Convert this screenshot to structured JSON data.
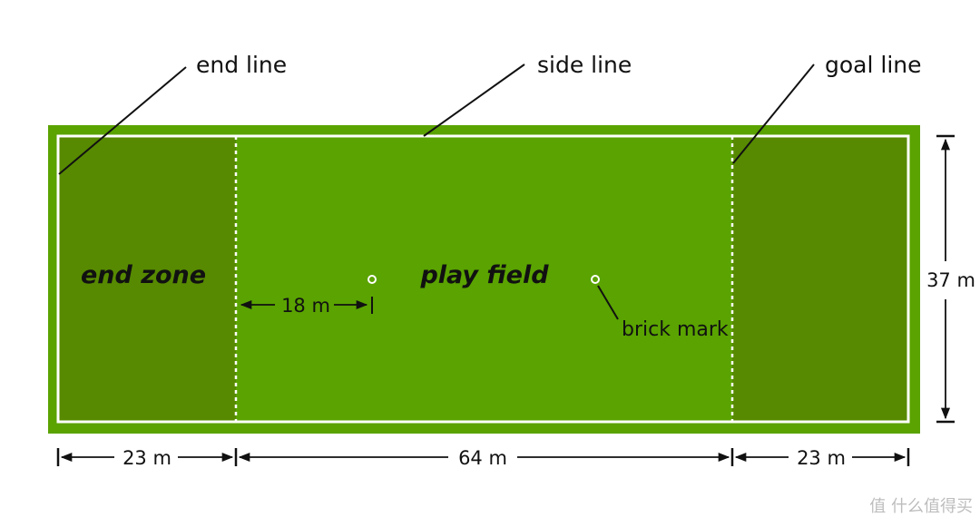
{
  "colors": {
    "field_bg": "#5aa300",
    "end_zone": "#578a00",
    "line": "#ffffff",
    "text": "#111111"
  },
  "labels": {
    "end_line": "end line",
    "side_line": "side line",
    "goal_line": "goal line",
    "end_zone": "end zone",
    "play_field": "play field",
    "brick_mark": "brick mark"
  },
  "dimensions": {
    "brick_distance": "18 m",
    "end_zone_length_left": "23 m",
    "play_field_length": "64 m",
    "end_zone_length_right": "23 m",
    "field_width": "37 m"
  },
  "watermark": "值 什么值得买"
}
